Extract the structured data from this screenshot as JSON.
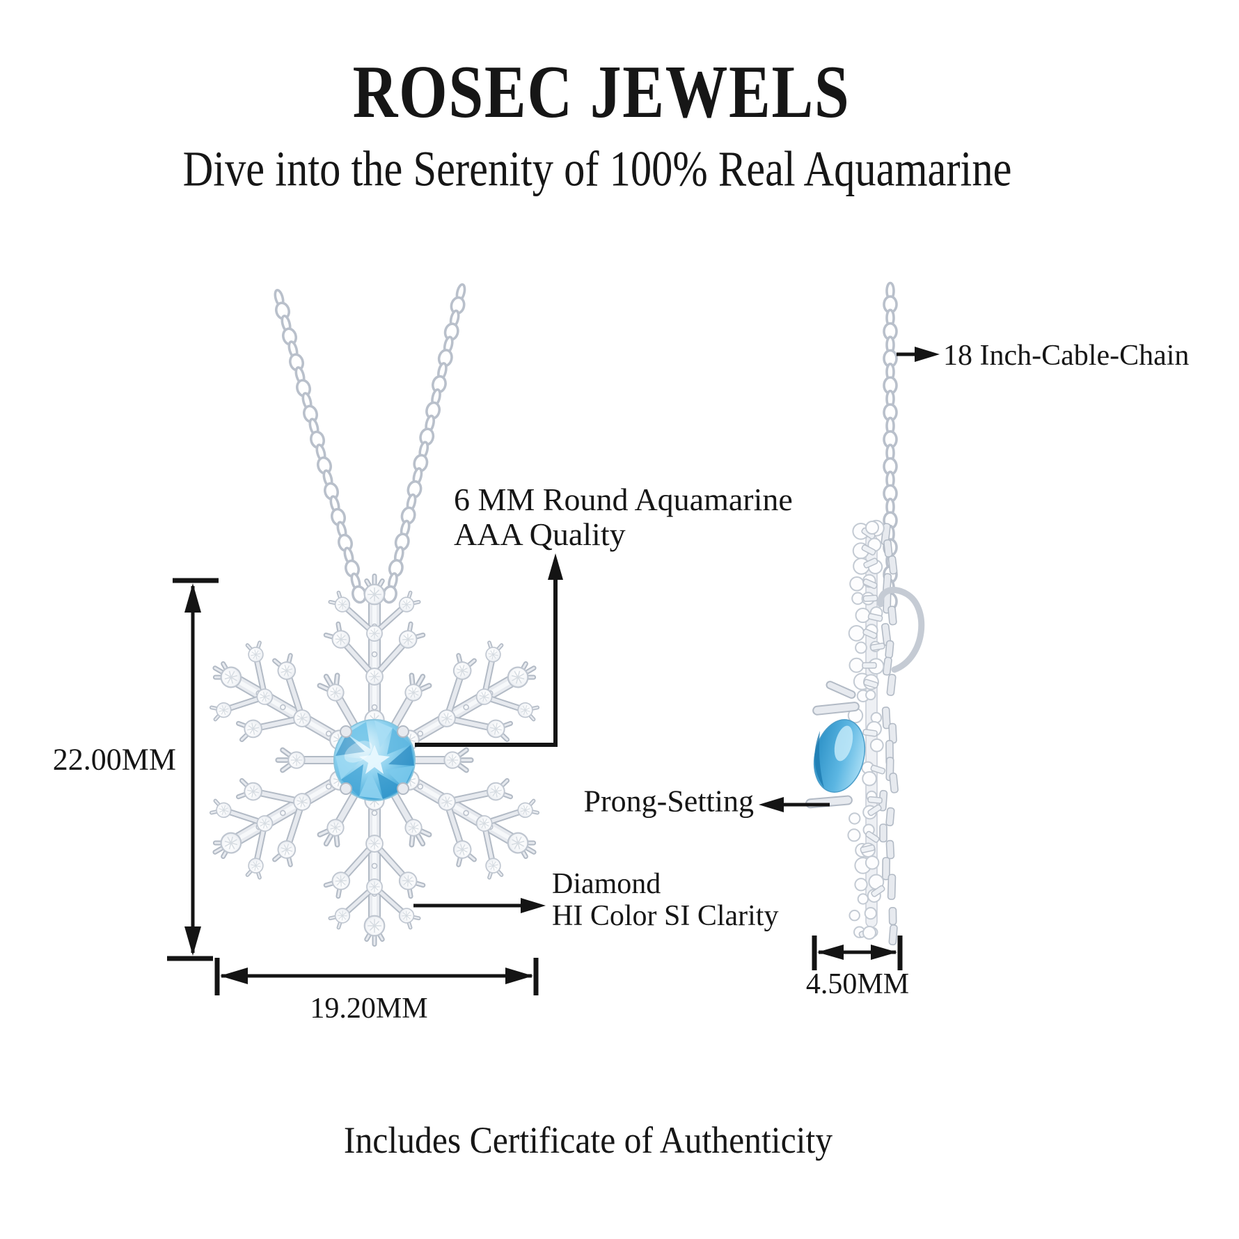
{
  "header": {
    "brand": "ROSEC JEWELS",
    "tagline": "Dive into the Serenity of 100% Real Aquamarine"
  },
  "callouts": {
    "chain_label": "18 Inch-Cable-Chain",
    "center_stone_line1": "6 MM Round Aquamarine",
    "center_stone_line2": "AAA Quality",
    "prong_label": "Prong-Setting",
    "diamond_line1": "Diamond",
    "diamond_line2": "HI Color SI Clarity"
  },
  "dimensions": {
    "pendant_height": "22.00MM",
    "pendant_width": "19.20MM",
    "pendant_depth": "4.50MM"
  },
  "footer": {
    "note": "Includes Certificate of Authenticity"
  },
  "colors": {
    "aquamarine": "#6ec2e9",
    "metal": "#e7eaef",
    "diamond_outline": "#c3cad3",
    "ink": "#141414"
  }
}
